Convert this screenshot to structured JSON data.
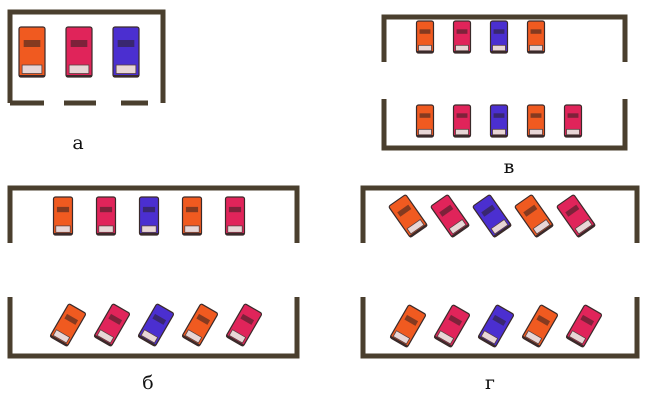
{
  "colors": {
    "wall": "#4a3f2e",
    "orange": "#f05a20",
    "pink": "#e0245a",
    "blue": "#4b2fd0"
  },
  "diagrams": [
    {
      "label": "а",
      "rows": [
        {
          "angle": 0,
          "cars": [
            "orange",
            "pink",
            "blue"
          ]
        }
      ]
    },
    {
      "label": "в",
      "rows": [
        {
          "angle": 0,
          "cars": [
            "orange",
            "pink",
            "blue",
            "orange"
          ]
        },
        {
          "angle": 0,
          "cars": [
            "orange",
            "pink",
            "blue",
            "orange",
            "pink"
          ]
        }
      ]
    },
    {
      "label": "б",
      "rows": [
        {
          "angle": 0,
          "cars": [
            "orange",
            "pink",
            "blue",
            "orange",
            "pink"
          ]
        },
        {
          "angle": 30,
          "cars": [
            "orange",
            "pink",
            "blue",
            "orange",
            "pink"
          ]
        }
      ]
    },
    {
      "label": "г",
      "rows": [
        {
          "angle": -35,
          "cars": [
            "orange",
            "pink",
            "blue",
            "orange",
            "pink"
          ]
        },
        {
          "angle": 30,
          "cars": [
            "orange",
            "pink",
            "blue",
            "orange",
            "pink"
          ]
        }
      ]
    }
  ]
}
